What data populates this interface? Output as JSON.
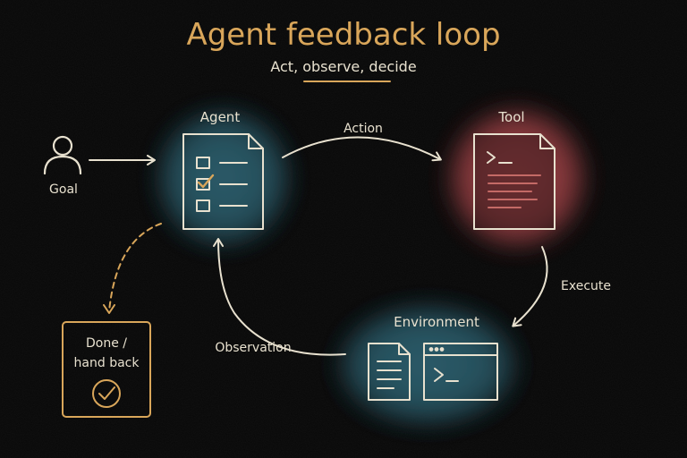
{
  "title": "Agent feedback loop",
  "subtitle": "Act, observe, decide",
  "colors": {
    "background": "#070707",
    "accent": "#d9a65a",
    "chalk": "#e8e1cf",
    "agent_glow": "#2f6473",
    "tool_glow": "#a5474a",
    "environment_glow": "#2f6473"
  },
  "nodes": {
    "goal": {
      "label": "Goal",
      "icon": "user-icon"
    },
    "agent": {
      "label": "Agent",
      "icon": "checklist-document-icon"
    },
    "tool": {
      "label": "Tool",
      "icon": "terminal-document-icon"
    },
    "environment": {
      "label": "Environment",
      "icons": [
        "document-icon",
        "terminal-window-icon"
      ]
    },
    "done": {
      "label_line1": "Done /",
      "label_line2": "hand back",
      "icon": "check-circle-icon"
    }
  },
  "edges": {
    "action": "Action",
    "execute": "Execute",
    "observation": "Observation"
  }
}
